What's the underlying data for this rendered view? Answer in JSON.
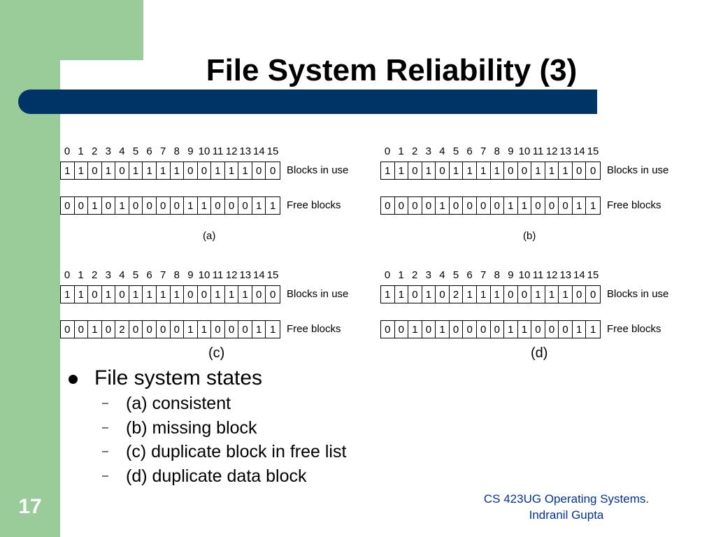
{
  "slide": {
    "title": "File System Reliability (3)",
    "number": "17",
    "footer_line1": "CS 423UG Operating Systems.",
    "footer_line2": "Indranil Gupta"
  },
  "diagrams": [
    {
      "indices": [
        "0",
        "1",
        "2",
        "3",
        "4",
        "5",
        "6",
        "7",
        "8",
        "9",
        "10",
        "11",
        "12",
        "13",
        "14",
        "15"
      ],
      "in_use_label": "Blocks in use",
      "free_label": "Free blocks",
      "in_use": [
        "1",
        "1",
        "0",
        "1",
        "0",
        "1",
        "1",
        "1",
        "1",
        "0",
        "0",
        "1",
        "1",
        "1",
        "0",
        "0"
      ],
      "free": [
        "0",
        "0",
        "1",
        "0",
        "1",
        "0",
        "0",
        "0",
        "0",
        "1",
        "1",
        "0",
        "0",
        "0",
        "1",
        "1"
      ],
      "caption": "(a)"
    },
    {
      "indices": [
        "0",
        "1",
        "2",
        "3",
        "4",
        "5",
        "6",
        "7",
        "8",
        "9",
        "10",
        "11",
        "12",
        "13",
        "14",
        "15"
      ],
      "in_use_label": "Blocks in use",
      "free_label": "Free blocks",
      "in_use": [
        "1",
        "1",
        "0",
        "1",
        "0",
        "1",
        "1",
        "1",
        "1",
        "0",
        "0",
        "1",
        "1",
        "1",
        "0",
        "0"
      ],
      "free": [
        "0",
        "0",
        "0",
        "0",
        "1",
        "0",
        "0",
        "0",
        "0",
        "1",
        "1",
        "0",
        "0",
        "0",
        "1",
        "1"
      ],
      "caption": "(b)"
    },
    {
      "indices": [
        "0",
        "1",
        "2",
        "3",
        "4",
        "5",
        "6",
        "7",
        "8",
        "9",
        "10",
        "11",
        "12",
        "13",
        "14",
        "15"
      ],
      "in_use_label": "Blocks in use",
      "free_label": "Free blocks",
      "in_use": [
        "1",
        "1",
        "0",
        "1",
        "0",
        "1",
        "1",
        "1",
        "1",
        "0",
        "0",
        "1",
        "1",
        "1",
        "0",
        "0"
      ],
      "free": [
        "0",
        "0",
        "1",
        "0",
        "2",
        "0",
        "0",
        "0",
        "0",
        "1",
        "1",
        "0",
        "0",
        "0",
        "1",
        "1"
      ],
      "caption": "(c)"
    },
    {
      "indices": [
        "0",
        "1",
        "2",
        "3",
        "4",
        "5",
        "6",
        "7",
        "8",
        "9",
        "10",
        "11",
        "12",
        "13",
        "14",
        "15"
      ],
      "in_use_label": "Blocks in use",
      "free_label": "Free blocks",
      "in_use": [
        "1",
        "1",
        "0",
        "1",
        "0",
        "2",
        "1",
        "1",
        "1",
        "0",
        "0",
        "1",
        "1",
        "1",
        "0",
        "0"
      ],
      "free": [
        "0",
        "0",
        "1",
        "0",
        "1",
        "0",
        "0",
        "0",
        "0",
        "1",
        "1",
        "0",
        "0",
        "0",
        "1",
        "1"
      ],
      "caption": "(d)"
    }
  ],
  "bullets": {
    "main": "File system states",
    "dash": "–",
    "items": [
      "(a) consistent",
      "(b) missing block",
      "(c) duplicate block in free list",
      "(d) duplicate data block"
    ]
  },
  "colors": {
    "green": "#99cc99",
    "title_bar": "#003366",
    "footer_text": "#003399"
  }
}
